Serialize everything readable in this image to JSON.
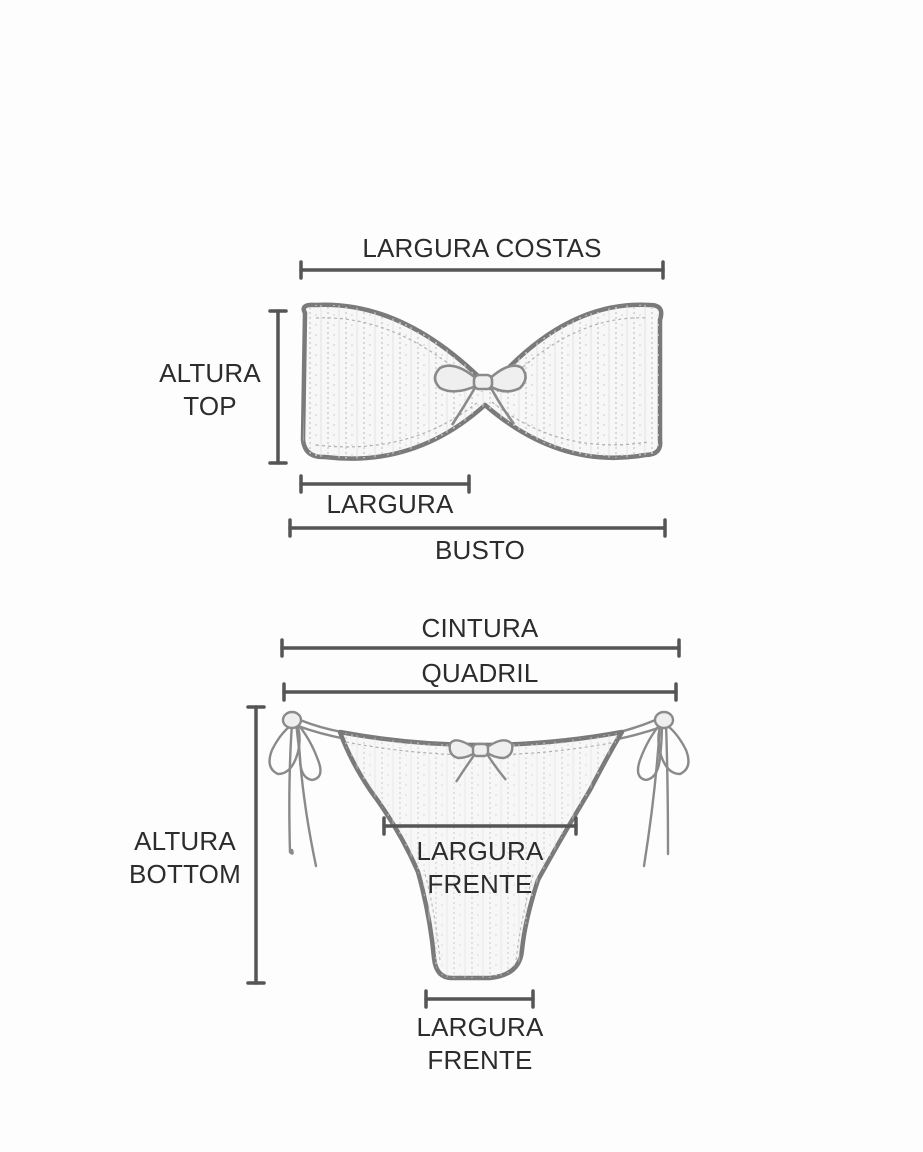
{
  "labels": {
    "top_back_width": "LARGURA COSTAS",
    "top_height": [
      "ALTURA",
      "TOP"
    ],
    "top_width": "LARGURA",
    "bust": "BUSTO",
    "waist": "CINTURA",
    "hip": "QUADRIL",
    "bottom_height": [
      "ALTURA",
      "BOTTOM"
    ],
    "front_width_upper": [
      "LARGURA",
      "FRENTE"
    ],
    "front_width_lower": [
      "LARGURA",
      "FRENTE"
    ]
  },
  "colors": {
    "garment_outline": "#7a7a7a",
    "measure_line": "#555555",
    "label_text": "#2c2c2c",
    "garment_fill": "#f7f7f7",
    "texture": "#c9c9c9"
  }
}
